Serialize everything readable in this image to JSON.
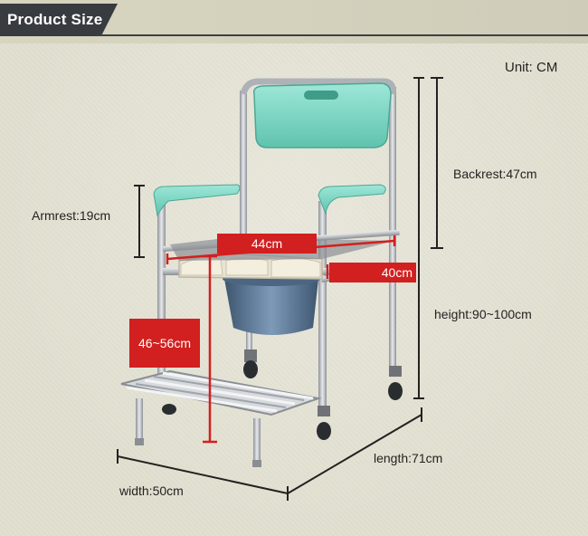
{
  "header": {
    "title": "Product Size"
  },
  "unit": "Unit: CM",
  "dimensions": {
    "backrest": "Backrest:47cm",
    "armrest": "Armrest:19cm",
    "seat_width": "44cm",
    "seat_depth": "40cm",
    "seat_height": "46~56cm",
    "height": "height:90~100cm",
    "length": "length:71cm",
    "width": "width:50cm"
  },
  "colors": {
    "accent_red": "#d21f1f",
    "header_dark": "#383b3f",
    "chair_teal": "#7fd6c4",
    "frame_metal": "#b8bcc2",
    "bucket": "#5b7a99"
  }
}
